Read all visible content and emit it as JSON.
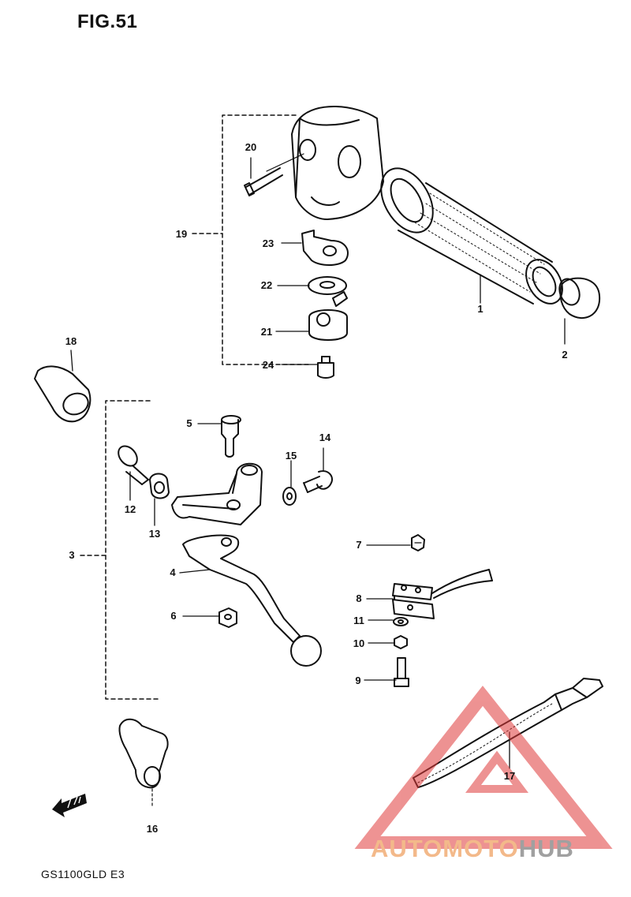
{
  "figure": {
    "title": "FIG.51",
    "model": "GS1100GLD E3"
  },
  "callouts": [
    "1",
    "2",
    "3",
    "4",
    "5",
    "6",
    "7",
    "8",
    "9",
    "10",
    "11",
    "12",
    "13",
    "14",
    "15",
    "16",
    "17",
    "18",
    "19",
    "20",
    "21",
    "22",
    "23",
    "24"
  ],
  "watermark": {
    "part1": "AUTOMOTO",
    "part2": "HUB"
  },
  "colors": {
    "line": "#111111",
    "watermark_red": "#e03a3a",
    "watermark_orange": "#f3b98a",
    "watermark_gray": "#a0a0a0"
  },
  "icons": [
    "front-direction-arrow-icon",
    "automotohub-triangle-logo"
  ]
}
